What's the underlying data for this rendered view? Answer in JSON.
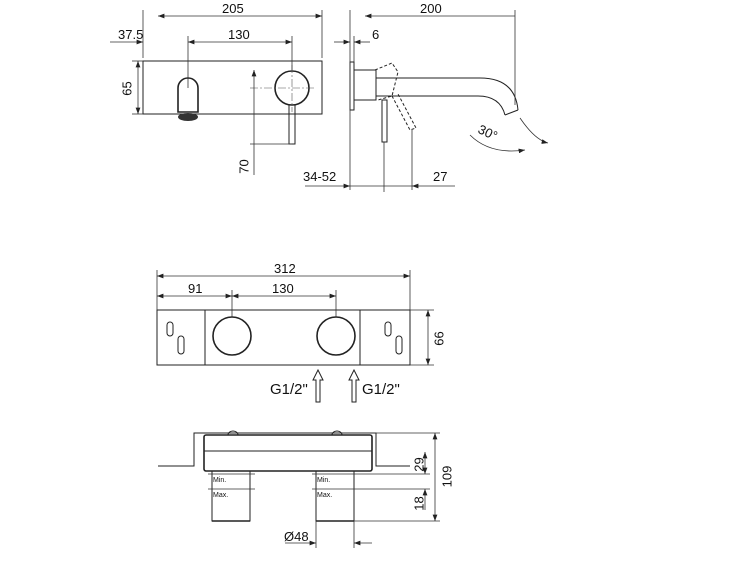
{
  "top_front_view": {
    "overall_width": "205",
    "offset_left": "37.5",
    "spacing": "130",
    "height": "65",
    "lever_drop": "70"
  },
  "top_side_view": {
    "projection": "200",
    "plate_thickness": "6",
    "wall_range": "34-52",
    "lever_offset": "27",
    "angle": "30°"
  },
  "plan_view": {
    "overall_width": "312",
    "offset_left": "91",
    "spacing": "130",
    "height": "66",
    "inlet_left": "G1/2\"",
    "inlet_right": "G1/2\""
  },
  "section_view": {
    "body_height": "29",
    "sleeve": "18",
    "total_depth": "109",
    "diameter": "Ø48",
    "min_label": "Min.",
    "max_label": "Max."
  }
}
